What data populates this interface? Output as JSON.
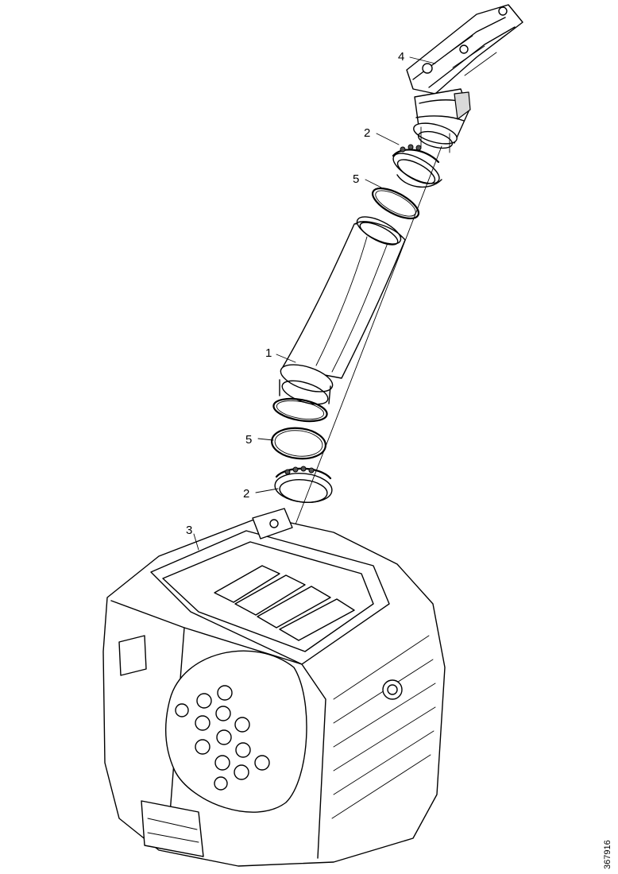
{
  "callouts": [
    {
      "id": "c1",
      "label": "1"
    },
    {
      "id": "c2a",
      "label": "2"
    },
    {
      "id": "c2b",
      "label": "2"
    },
    {
      "id": "c3",
      "label": "3"
    },
    {
      "id": "c4",
      "label": "4"
    },
    {
      "id": "c5a",
      "label": "5"
    },
    {
      "id": "c5b",
      "label": "5"
    }
  ],
  "figure_id": "367916",
  "colors": {
    "line": "#000000",
    "background": "#ffffff",
    "shade": "#d9d9d9"
  }
}
